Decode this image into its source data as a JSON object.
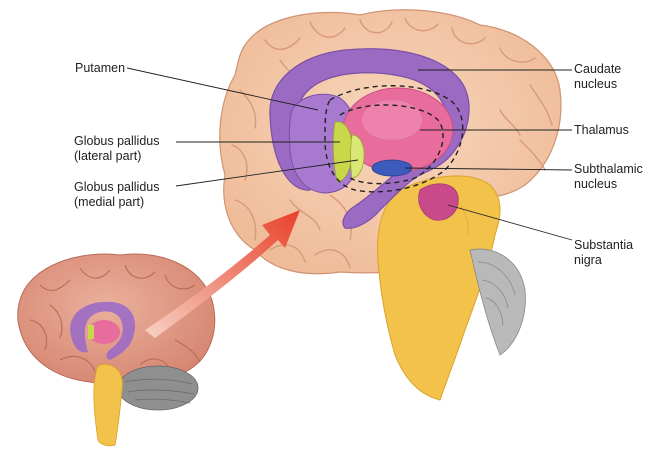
{
  "labels": {
    "putamen": "Putamen",
    "globus_lateral_1": "Globus pallidus",
    "globus_lateral_2": "(lateral part)",
    "globus_medial_1": "Globus pallidus",
    "globus_medial_2": "(medial part)",
    "caudate_1": "Caudate",
    "caudate_2": "nucleus",
    "thalamus": "Thalamus",
    "subthalamic_1": "Subthalamic",
    "subthalamic_2": "nucleus",
    "substantia_1": "Substantia",
    "substantia_2": "nigra"
  },
  "colors": {
    "cortex": "#f4c7a6",
    "cortex_fold": "#d99a7a",
    "small_brain": "#e59c86",
    "caudate": "#9b6bc4",
    "thalamus": "#e86c9c",
    "globus": "#c8d84a",
    "subthalamic": "#3c5bbd",
    "substantia": "#c94a8a",
    "brainstem": "#f3c24a",
    "cerebellum": "#8a8a8a",
    "arrow": "#e8402a"
  }
}
